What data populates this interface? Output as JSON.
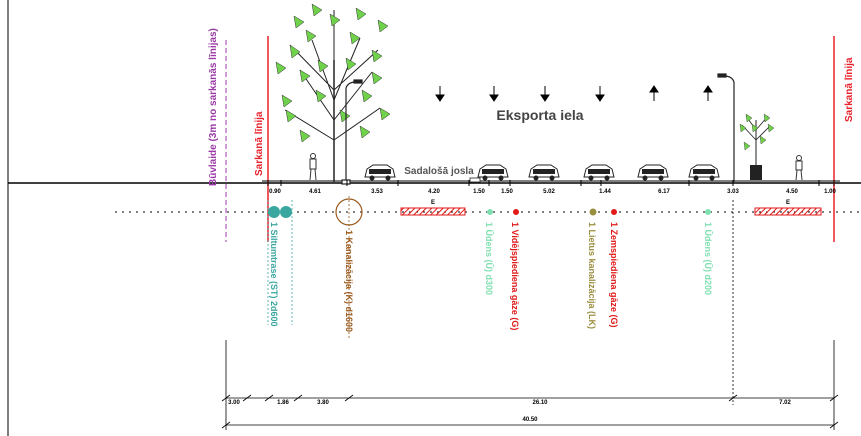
{
  "street": {
    "name": "Eksporta iela",
    "median_label": "Sadalošā josla",
    "building_line_label": "Būvlaide (3m no sarkanās līnijas)",
    "red_line_left": "Sarkanā līnija",
    "red_line_right": "Sarkanā līnija"
  },
  "segments": [
    "0.90",
    "4.61",
    "3.53",
    "4.20",
    "1.50",
    "1.50",
    "5.02",
    "1.44",
    "6.17",
    "3.03",
    "4.50",
    "1.00"
  ],
  "bottom_dims": [
    "3.00",
    "1.86",
    "3.80",
    "26.10",
    "7.02"
  ],
  "total_width": "40.50",
  "strip_tag_left": "E",
  "strip_tag_right": "E",
  "utilities": [
    {
      "label": "1 Siltumtrase (ST) 2d600",
      "color": "#3aa6a0"
    },
    {
      "label": "1 Kanalizācija (K) d1600",
      "color": "#9a5a1e"
    },
    {
      "label": "1 Ūdens (Ū) d300",
      "color": "#7fe0b0"
    },
    {
      "label": "1 Vidējspiediena gāze (G)",
      "color": "#e01818"
    },
    {
      "label": "1 Lietus kanalizācija (LK)",
      "color": "#9a8f40"
    },
    {
      "label": "1 Zemspiediena gāze (G)",
      "color": "#e01818"
    },
    {
      "label": "1 Ūdens (Ū) d200",
      "color": "#7fe0b0"
    }
  ],
  "colors": {
    "red_line": "#e8202a",
    "building_line": "#9a3aa6",
    "ground": "#000000"
  },
  "icons": [
    "tree-icon",
    "street-lamp-icon",
    "car-icon",
    "pedestrian-icon",
    "arrow-down-icon",
    "arrow-up-icon"
  ]
}
